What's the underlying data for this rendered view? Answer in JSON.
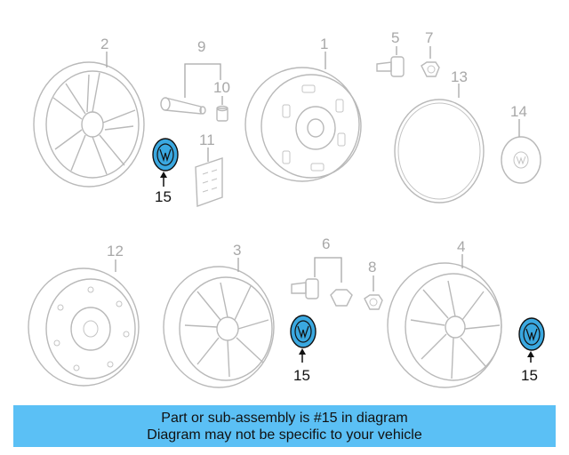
{
  "callouts": {
    "c1": "1",
    "c2": "2",
    "c3": "3",
    "c4": "4",
    "c5": "5",
    "c6": "6",
    "c7": "7",
    "c8": "8",
    "c9": "9",
    "c10": "10",
    "c11": "11",
    "c12": "12",
    "c13": "13",
    "c14": "14"
  },
  "highlight": {
    "a": "15",
    "b": "15",
    "c": "15"
  },
  "colors": {
    "highlight_fill": "#3aa8e0",
    "banner_bg": "#5bc0f5",
    "line_gray": "#b9b9b9"
  },
  "banner": {
    "line1": "Part or sub-assembly is #15 in diagram",
    "line2": "Diagram may not be specific to your vehicle"
  }
}
